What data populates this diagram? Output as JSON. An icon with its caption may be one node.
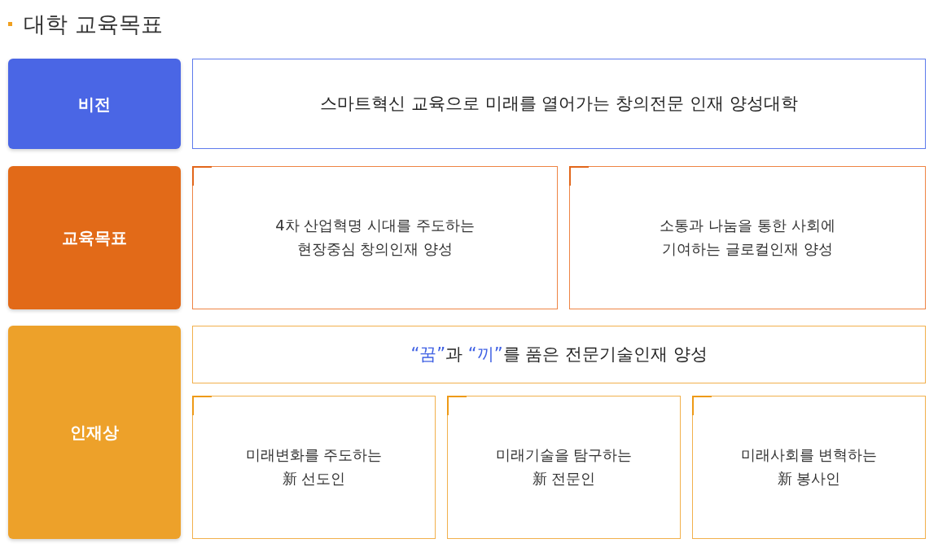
{
  "diagram": {
    "title": "대학 교육목표",
    "nodes": [
      {
        "text": [
          "비전"
        ]
      },
      {
        "text": [
          "스마트혁신 교육으로 미래를 열어가는 창의전문 인재 양성대학"
        ]
      },
      {
        "text": [
          "교육목표"
        ]
      },
      {
        "text": [
          "4차 산업혁명 시대를 주도하는 현장중심 창의인재 양성"
        ]
      },
      {
        "text": [
          "소통과 나눔을 통한 사회에 기여하는 글로컬인재 양성"
        ]
      },
      {
        "text": [
          "인재상"
        ]
      },
      {
        "text": [
          "“꿈”과 “끼”를 품은 전문기술인재 양성"
        ]
      },
      {
        "text": [
          "미래변화를 주도하는 新 선도인"
        ]
      },
      {
        "text": [
          "미래기술을 탐구하는 新 전문인"
        ]
      },
      {
        "text": [
          "미래사회를 변혁하는 新 봉사인"
        ]
      }
    ]
  }
}
